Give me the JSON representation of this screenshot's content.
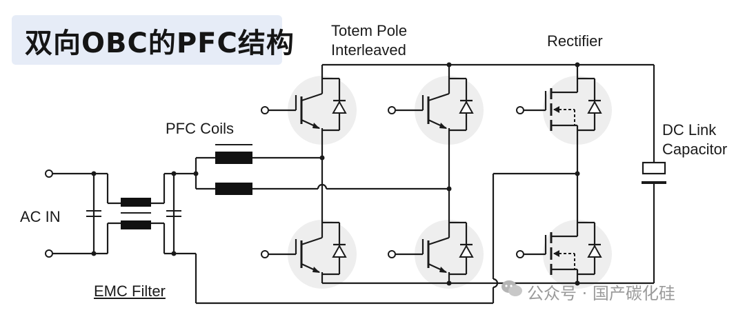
{
  "title": "双向OBC的PFC结构",
  "labels": {
    "totem_pole_line1": "Totem Pole",
    "totem_pole_line2": "Interleaved",
    "rectifier": "Rectifier",
    "pfc_coils": "PFC Coils",
    "dc_link_line1": "DC Link",
    "dc_link_line2": "Capacitor",
    "ac_in": "AC IN",
    "emc_filter": "EMC Filter"
  },
  "watermark": "公众号 · 国产碳化硅",
  "colors": {
    "wire": "#1a1a1a",
    "title_bg": "#e6ecf7",
    "device_bg": "#eeeeee",
    "watermark": "#9a9a9a"
  },
  "icons": [
    "igbt-symbol-icon",
    "mosfet-symbol-icon",
    "diode-icon",
    "inductor-icon",
    "capacitor-icon",
    "wechat-logo-icon"
  ]
}
